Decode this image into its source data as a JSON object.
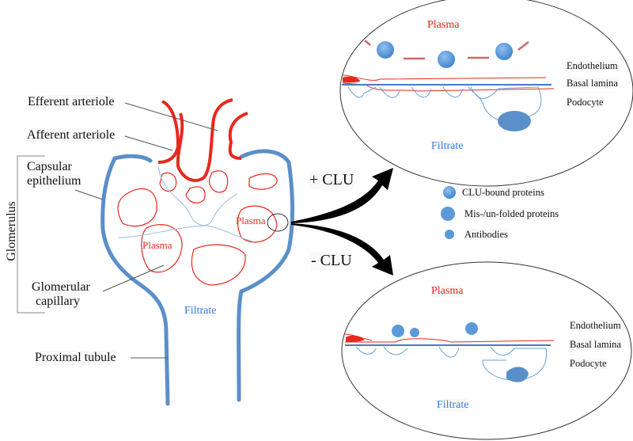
{
  "left": {
    "labels": {
      "efferent": "Efferent arteriole",
      "afferent": "Afferent arteriole",
      "capsular_1": "Capsular",
      "capsular_2": "epithelium",
      "glomerulus": "Glomerulus",
      "glomerular_1": "Glomerular",
      "glomerular_2": "capillary",
      "proximal": "Proximal tubule",
      "plasma_a": "Plasma",
      "plasma_b": "Plasma",
      "filtrate": "Filtrate"
    }
  },
  "arrows": {
    "plus": "+ CLU",
    "minus": "- CLU"
  },
  "legend": [
    {
      "icon": "clu-bound-protein-icon",
      "label": "CLU-bound proteins"
    },
    {
      "icon": "misfolded-protein-icon",
      "label": "Mis-/un-folded proteins"
    },
    {
      "icon": "antibody-icon",
      "label": "Antibodies"
    }
  ],
  "top_circle": {
    "plasma": "Plasma",
    "filtrate": "Filtrate",
    "endothelium": "Endothelium",
    "basal": "Basal lamina",
    "podocyte": "Podocyte"
  },
  "bottom_circle": {
    "plasma": "Plasma",
    "filtrate": "Filtrate",
    "endothelium": "Endothelium",
    "basal": "Basal lamina",
    "podocyte": "Podocyte"
  },
  "colors": {
    "vessel": "#e8281e",
    "capsule": "#5b8fc9",
    "membrane": "#a8c4e6",
    "protein": "#5b9ad8"
  }
}
